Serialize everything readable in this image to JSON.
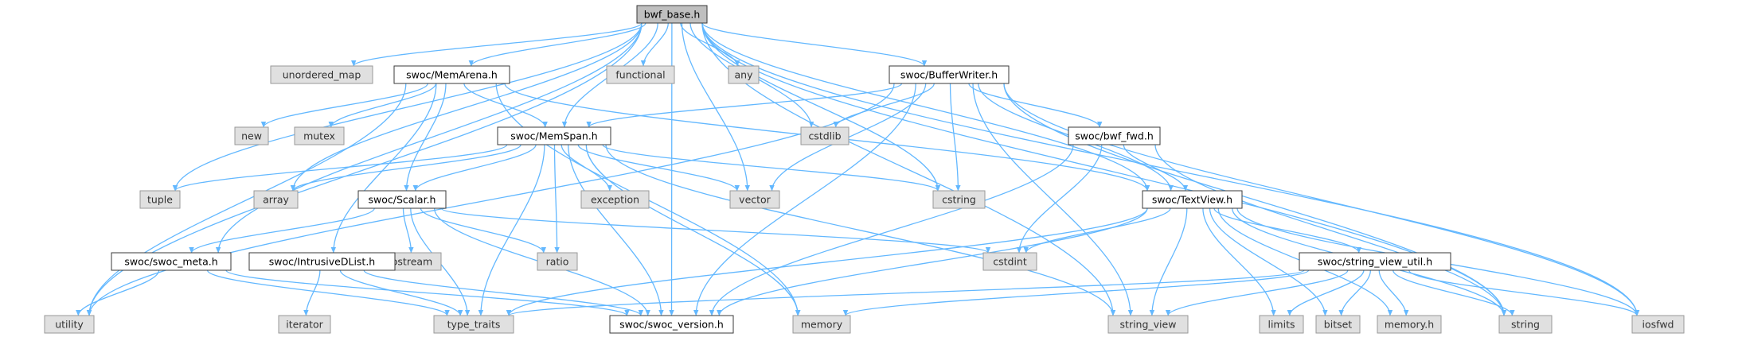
{
  "diagram": {
    "nodes": [
      {
        "id": "bwf_base",
        "label": "bwf_base.h",
        "style": "root"
      },
      {
        "id": "unordered_map",
        "label": "unordered_map",
        "style": "system"
      },
      {
        "id": "memarena",
        "label": "swoc/MemArena.h",
        "style": "project"
      },
      {
        "id": "functional",
        "label": "functional",
        "style": "system"
      },
      {
        "id": "any",
        "label": "any",
        "style": "system"
      },
      {
        "id": "bufferwriter",
        "label": "swoc/BufferWriter.h",
        "style": "project"
      },
      {
        "id": "new",
        "label": "new",
        "style": "system"
      },
      {
        "id": "mutex",
        "label": "mutex",
        "style": "system"
      },
      {
        "id": "memspan",
        "label": "swoc/MemSpan.h",
        "style": "project"
      },
      {
        "id": "cstdlib",
        "label": "cstdlib",
        "style": "system"
      },
      {
        "id": "bwf_fwd",
        "label": "swoc/bwf_fwd.h",
        "style": "project"
      },
      {
        "id": "tuple",
        "label": "tuple",
        "style": "system"
      },
      {
        "id": "array",
        "label": "array",
        "style": "system"
      },
      {
        "id": "scalar",
        "label": "swoc/Scalar.h",
        "style": "project"
      },
      {
        "id": "exception",
        "label": "exception",
        "style": "system"
      },
      {
        "id": "vector",
        "label": "vector",
        "style": "system"
      },
      {
        "id": "cstring",
        "label": "cstring",
        "style": "system"
      },
      {
        "id": "textview",
        "label": "swoc/TextView.h",
        "style": "project"
      },
      {
        "id": "ostream",
        "label": "ostream",
        "style": "system"
      },
      {
        "id": "ratio",
        "label": "ratio",
        "style": "system"
      },
      {
        "id": "cstdint",
        "label": "cstdint",
        "style": "system"
      },
      {
        "id": "swoc_meta",
        "label": "swoc/swoc_meta.h",
        "style": "project"
      },
      {
        "id": "intrusive",
        "label": "swoc/IntrusiveDList.h",
        "style": "project"
      },
      {
        "id": "string_view_util",
        "label": "swoc/string_view_util.h",
        "style": "project"
      },
      {
        "id": "utility",
        "label": "utility",
        "style": "system"
      },
      {
        "id": "iterator",
        "label": "iterator",
        "style": "system"
      },
      {
        "id": "type_traits",
        "label": "type_traits",
        "style": "system"
      },
      {
        "id": "swoc_version",
        "label": "swoc/swoc_version.h",
        "style": "project"
      },
      {
        "id": "memory",
        "label": "memory",
        "style": "system"
      },
      {
        "id": "string_view",
        "label": "string_view",
        "style": "system"
      },
      {
        "id": "limits",
        "label": "limits",
        "style": "system"
      },
      {
        "id": "bitset",
        "label": "bitset",
        "style": "system"
      },
      {
        "id": "memory_h",
        "label": "memory.h",
        "style": "system"
      },
      {
        "id": "string",
        "label": "string",
        "style": "system"
      },
      {
        "id": "iosfwd",
        "label": "iosfwd",
        "style": "system"
      }
    ],
    "edges": [
      [
        "bwf_base",
        "unordered_map"
      ],
      [
        "bwf_base",
        "memarena"
      ],
      [
        "bwf_base",
        "functional"
      ],
      [
        "bwf_base",
        "any"
      ],
      [
        "bwf_base",
        "bufferwriter"
      ],
      [
        "bwf_base",
        "memspan"
      ],
      [
        "bwf_base",
        "cstdlib"
      ],
      [
        "bwf_base",
        "tuple"
      ],
      [
        "bwf_base",
        "array"
      ],
      [
        "bwf_base",
        "vector"
      ],
      [
        "bwf_base",
        "cstring"
      ],
      [
        "bwf_base",
        "textview"
      ],
      [
        "bwf_base",
        "swoc_meta"
      ],
      [
        "bwf_base",
        "utility"
      ],
      [
        "bwf_base",
        "swoc_version"
      ],
      [
        "bwf_base",
        "string_view"
      ],
      [
        "bwf_base",
        "string"
      ],
      [
        "bwf_base",
        "iosfwd"
      ],
      [
        "memarena",
        "new"
      ],
      [
        "memarena",
        "mutex"
      ],
      [
        "memarena",
        "memspan"
      ],
      [
        "memarena",
        "scalar"
      ],
      [
        "memarena",
        "intrusive"
      ],
      [
        "memarena",
        "utility"
      ],
      [
        "memarena",
        "memory"
      ],
      [
        "memarena",
        "textview"
      ],
      [
        "bufferwriter",
        "memspan"
      ],
      [
        "bufferwriter",
        "cstdlib"
      ],
      [
        "bufferwriter",
        "bwf_fwd"
      ],
      [
        "bufferwriter",
        "vector"
      ],
      [
        "bufferwriter",
        "cstring"
      ],
      [
        "bufferwriter",
        "textview"
      ],
      [
        "bufferwriter",
        "swoc_version"
      ],
      [
        "bufferwriter",
        "string_view"
      ],
      [
        "bufferwriter",
        "string"
      ],
      [
        "bufferwriter",
        "iosfwd"
      ],
      [
        "bufferwriter",
        "utility"
      ],
      [
        "memspan",
        "tuple"
      ],
      [
        "memspan",
        "array"
      ],
      [
        "memspan",
        "scalar"
      ],
      [
        "memspan",
        "exception"
      ],
      [
        "memspan",
        "vector"
      ],
      [
        "memspan",
        "cstring"
      ],
      [
        "memspan",
        "ratio"
      ],
      [
        "memspan",
        "type_traits"
      ],
      [
        "memspan",
        "swoc_version"
      ],
      [
        "memspan",
        "memory"
      ],
      [
        "memspan",
        "string_view"
      ],
      [
        "bwf_fwd",
        "textview"
      ],
      [
        "bwf_fwd",
        "cstdint"
      ],
      [
        "bwf_fwd",
        "swoc_version"
      ],
      [
        "bwf_fwd",
        "string"
      ],
      [
        "scalar",
        "swoc_meta"
      ],
      [
        "scalar",
        "ostream"
      ],
      [
        "scalar",
        "ratio"
      ],
      [
        "scalar",
        "cstdint"
      ],
      [
        "scalar",
        "type_traits"
      ],
      [
        "scalar",
        "swoc_version"
      ],
      [
        "textview",
        "cstdint"
      ],
      [
        "textview",
        "string_view_util"
      ],
      [
        "textview",
        "type_traits"
      ],
      [
        "textview",
        "swoc_version"
      ],
      [
        "textview",
        "string_view"
      ],
      [
        "textview",
        "limits"
      ],
      [
        "textview",
        "bitset"
      ],
      [
        "textview",
        "memory_h"
      ],
      [
        "textview",
        "string"
      ],
      [
        "textview",
        "iosfwd"
      ],
      [
        "swoc_meta",
        "utility"
      ],
      [
        "swoc_meta",
        "type_traits"
      ],
      [
        "swoc_meta",
        "swoc_version"
      ],
      [
        "intrusive",
        "iterator"
      ],
      [
        "intrusive",
        "type_traits"
      ],
      [
        "intrusive",
        "swoc_version"
      ],
      [
        "string_view_util",
        "string_view"
      ],
      [
        "string_view_util",
        "memory"
      ],
      [
        "string_view_util",
        "limits"
      ],
      [
        "string_view_util",
        "bitset"
      ],
      [
        "string_view_util",
        "memory_h"
      ],
      [
        "string_view_util",
        "string"
      ],
      [
        "string_view_util",
        "iosfwd"
      ],
      [
        "string_view_util",
        "type_traits"
      ]
    ]
  },
  "colors": {
    "edge": "#63b8ff",
    "root_fill": "#bfbfbf",
    "system_fill": "#e0e0e0",
    "project_fill": "#ffffff"
  }
}
